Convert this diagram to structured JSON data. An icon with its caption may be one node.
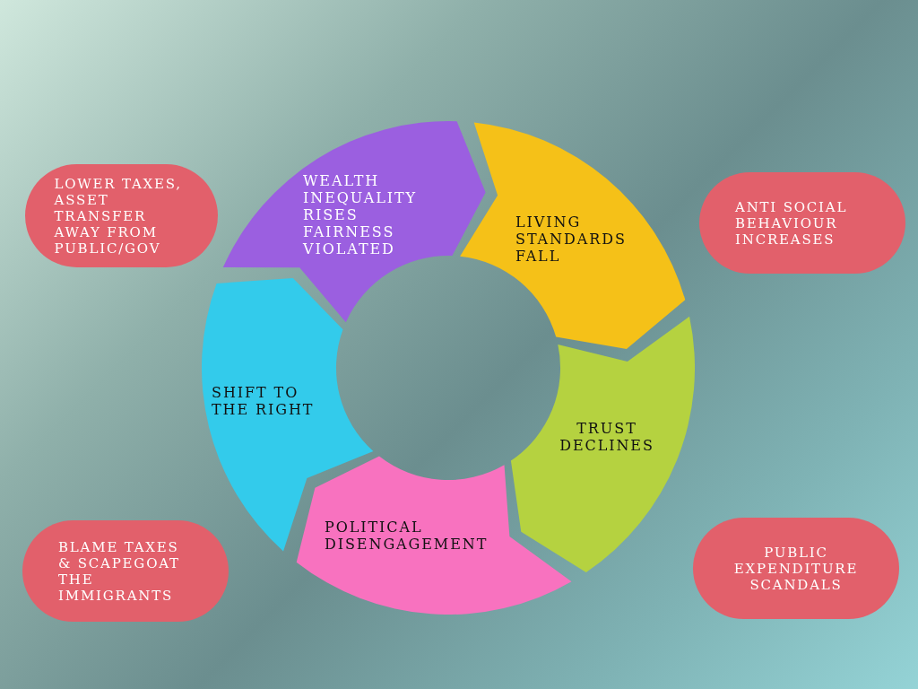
{
  "diagram": {
    "nodes": [
      {
        "text": [
          "LOWER TAXES, ASSET TRANSFER AWAY FROM PUBLIC/GOV"
        ]
      },
      {
        "text": [
          "WEALTH INEQUALITY RISES FAIRNESS VIOLATED"
        ]
      },
      {
        "text": [
          "LIVING STANDARDS FALL"
        ]
      },
      {
        "text": [
          "ANTI SOCIAL BEHAVIOUR INCREASES"
        ]
      },
      {
        "text": [
          "SHIFT TO THE RIGHT"
        ]
      },
      {
        "text": [
          "TRUST DECLINES"
        ]
      },
      {
        "text": [
          "BLAME TAXES & SCAPEGOAT THE IMMIGRANTS"
        ]
      },
      {
        "text": [
          "POLITICAL DISENGAGEMENT"
        ]
      },
      {
        "text": [
          "PUBLIC EXPENDITURE SCANDALS"
        ]
      }
    ]
  }
}
